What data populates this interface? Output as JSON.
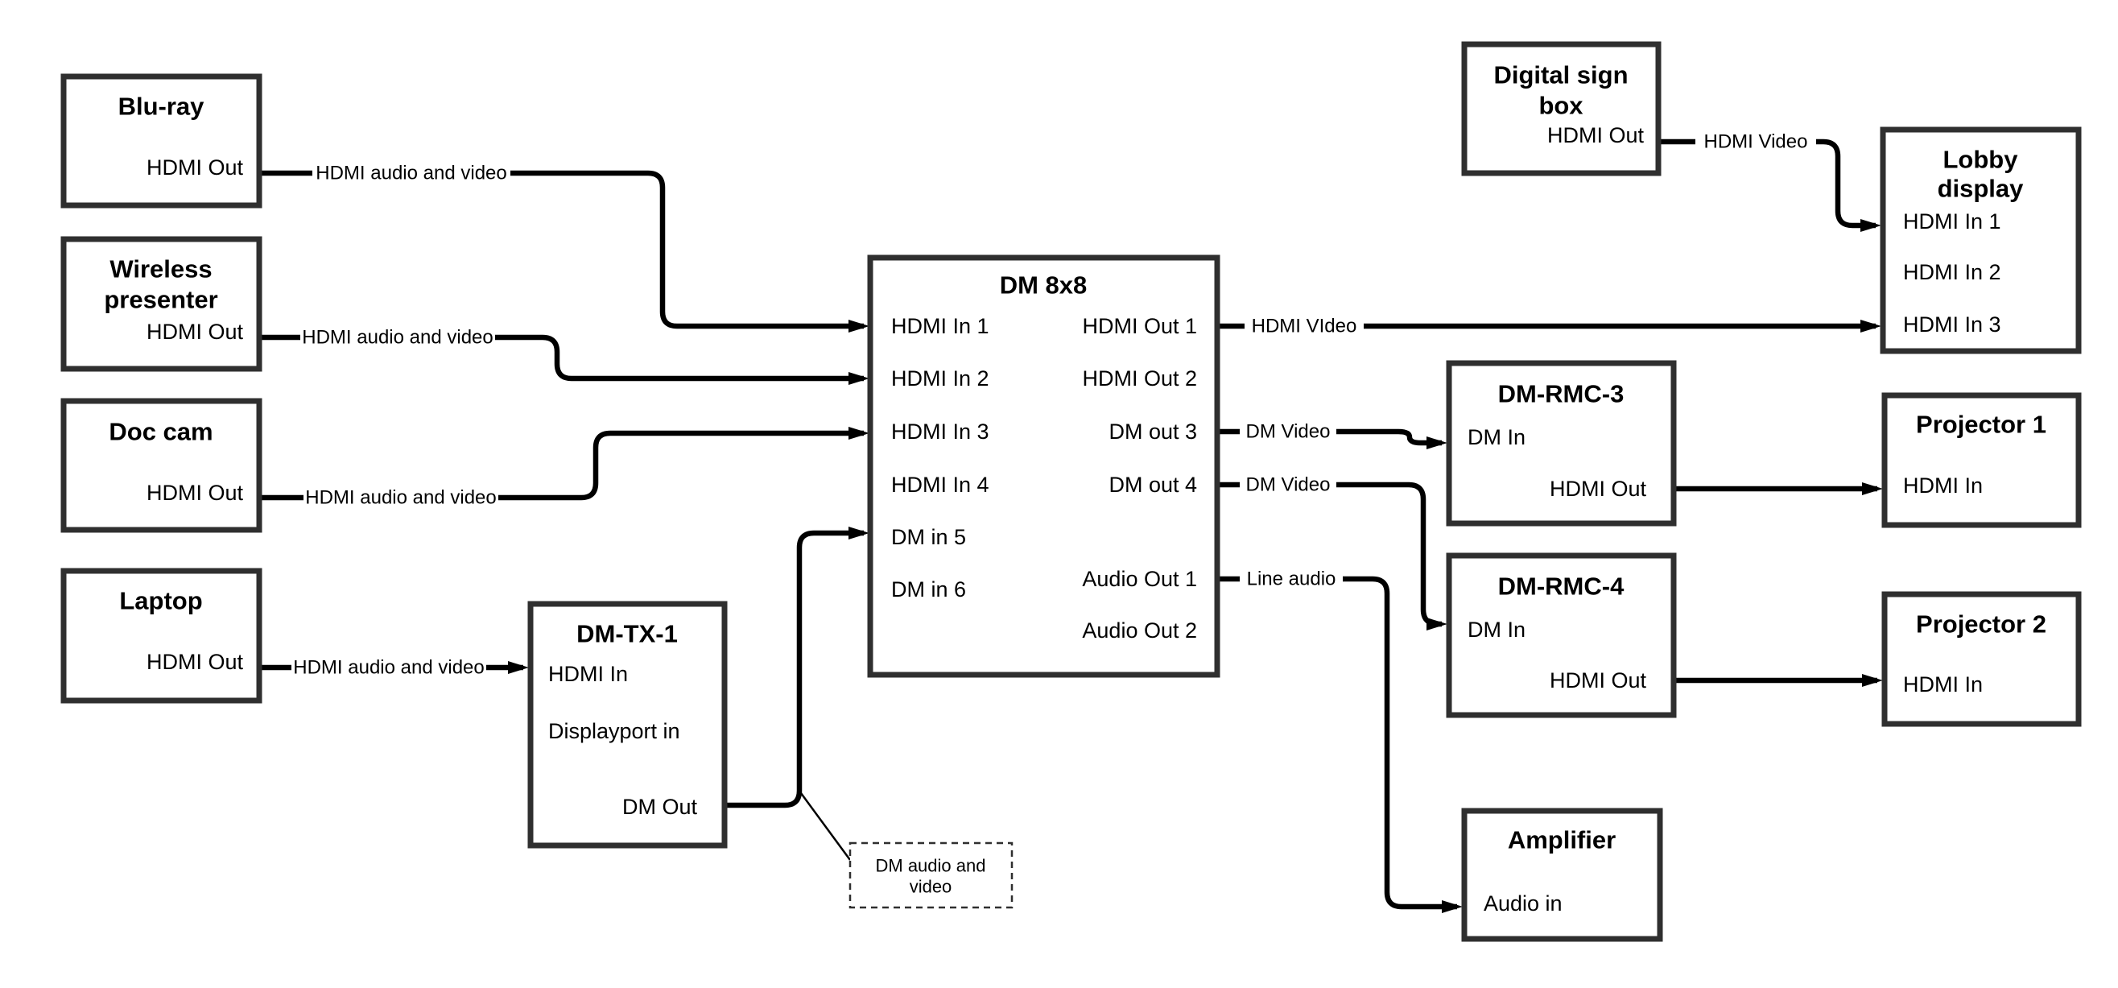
{
  "nodes": {
    "bluray": {
      "title": "Blu-ray",
      "port_out": "HDMI Out"
    },
    "wireless": {
      "title_line1": "Wireless",
      "title_line2": "presenter",
      "port_out": "HDMI Out"
    },
    "doc_cam": {
      "title": "Doc cam",
      "port_out": "HDMI Out"
    },
    "laptop": {
      "title": "Laptop",
      "port_out": "HDMI Out"
    },
    "dm_tx_1": {
      "title": "DM-TX-1",
      "port_hdmi_in": "HDMI In",
      "port_dp_in": "Displayport in",
      "port_dm_out": "DM Out"
    },
    "dm_8x8": {
      "title": "DM 8x8",
      "inputs": [
        "HDMI In 1",
        "HDMI In 2",
        "HDMI In 3",
        "HDMI In 4",
        "DM in 5",
        "DM in 6"
      ],
      "outputs": [
        "HDMI Out 1",
        "HDMI Out 2",
        "DM out 3",
        "DM out 4",
        "Audio Out 1",
        "Audio Out 2"
      ]
    },
    "digital_sign": {
      "title_line1": "Digital sign",
      "title_line2": "box",
      "port_out": "HDMI Out"
    },
    "lobby_display": {
      "title_line1": "Lobby",
      "title_line2": "display",
      "inputs": [
        "HDMI In 1",
        "HDMI In 2",
        "HDMI In 3"
      ]
    },
    "dm_rmc_3": {
      "title": "DM-RMC-3",
      "port_in": "DM In",
      "port_out": "HDMI Out"
    },
    "projector_1": {
      "title": "Projector 1",
      "port_in": "HDMI In"
    },
    "dm_rmc_4": {
      "title": "DM-RMC-4",
      "port_in": "DM In",
      "port_out": "HDMI Out"
    },
    "projector_2": {
      "title": "Projector 2",
      "port_in": "HDMI In"
    },
    "amplifier": {
      "title": "Amplifier",
      "port_in": "Audio in"
    },
    "note": {
      "line1": "DM audio and",
      "line2": "video"
    }
  },
  "edge_labels": {
    "bluray_av": "HDMI audio and video",
    "wireless_av": "HDMI audio and video",
    "doccam_av": "HDMI audio and video",
    "laptop_av": "HDMI audio and video",
    "hdmi_out1": "HDMI VIdeo",
    "dm_out3": "DM Video",
    "dm_out4": "DM Video",
    "audio_out1": "Line audio",
    "sign_video": "HDMI Video"
  },
  "colors": {
    "wire": "#000000",
    "border": "#2f2f2f",
    "text": "#000000",
    "background": "#ffffff"
  }
}
